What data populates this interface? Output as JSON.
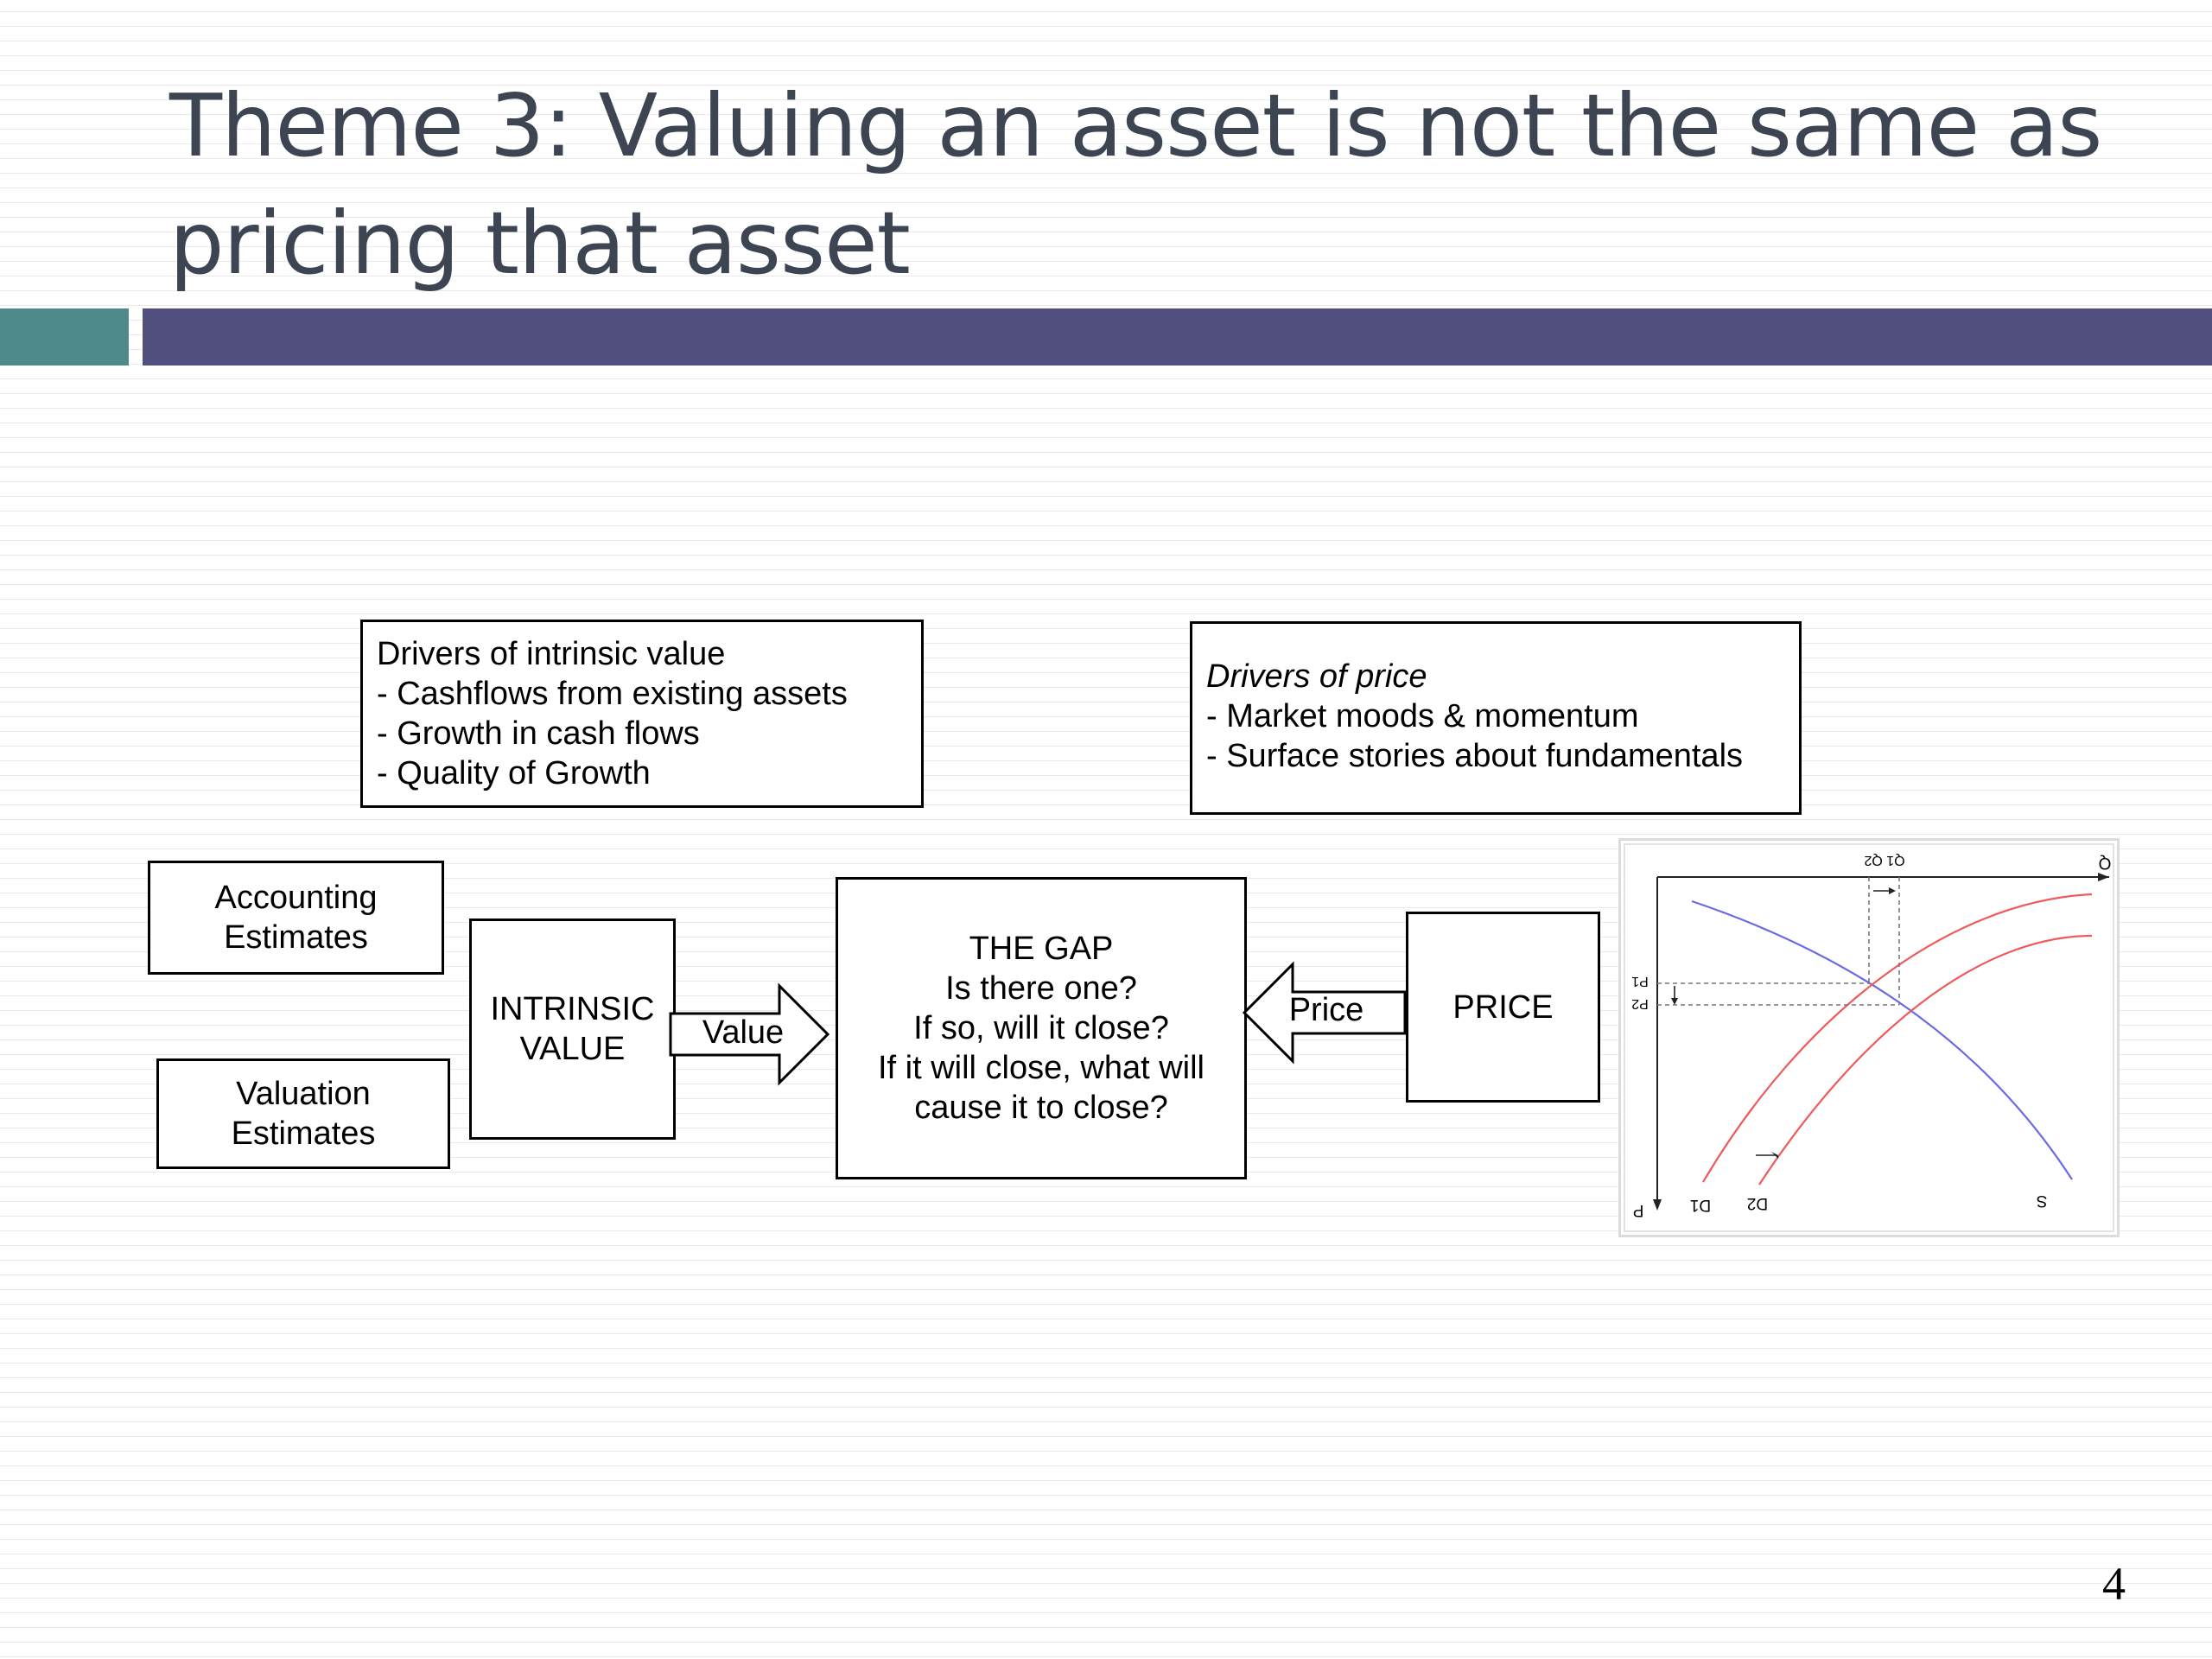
{
  "slide": {
    "title_line1": "Theme 3: Valuing an asset is not the same as",
    "title_line2": "pricing that asset",
    "page_number": "4"
  },
  "diagram": {
    "intrinsic_drivers": {
      "heading": "Drivers of intrinsic value",
      "items": [
        "- Cashflows from existing assets",
        "- Growth in cash flows",
        "- Quality of Growth"
      ]
    },
    "price_drivers": {
      "heading": "Drivers of price",
      "items": [
        "- Market moods & momentum",
        "- Surface stories about fundamentals"
      ]
    },
    "accounting": {
      "line1": "Accounting",
      "line2": "Estimates"
    },
    "valuation": {
      "line1": "Valuation",
      "line2": "Estimates"
    },
    "intrinsic_value": {
      "line1": "INTRINSIC",
      "line2": "VALUE"
    },
    "value_arrow_label": "Value",
    "gap": {
      "lines": [
        "THE GAP",
        "Is there one?",
        "If so, will it close?",
        "If it will close, what will",
        "cause it to close?"
      ]
    },
    "price_arrow_label": "Price",
    "price_box": "PRICE"
  },
  "supply_demand_graph": {
    "q_label": "Q",
    "p_label": "P",
    "q1q2_label": "Q1 Q2",
    "p1_label": "P1",
    "p2_label": "P2",
    "d1_label": "D1",
    "d2_label": "D2",
    "s_label": "S",
    "colors": {
      "demand": "#ef5a5a",
      "supply": "#6a6ae6"
    }
  }
}
